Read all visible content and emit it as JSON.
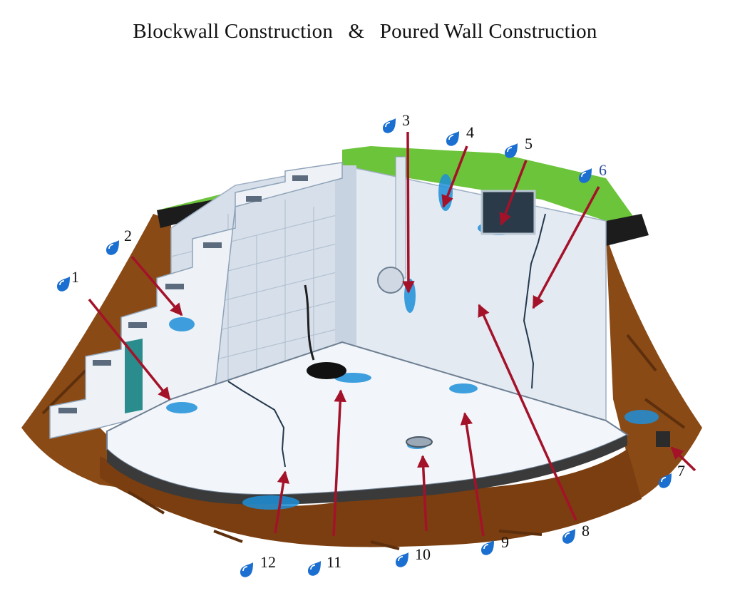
{
  "title": {
    "left": "Blockwall Construction",
    "amp": "&",
    "right": "Poured Wall Construction"
  },
  "colors": {
    "grass": "#6cc43a",
    "soil": "#8a4a16",
    "soil_dark": "#5e2f0c",
    "wall": "#e3eaf2",
    "wall_shade": "#b9c6d6",
    "floor": "#f2f6fb",
    "water": "#1f8fd8",
    "arrow": "#a4122a",
    "drop": "#1b6fd0"
  },
  "callouts": [
    {
      "label": "1",
      "icon": "water-drop-icon"
    },
    {
      "label": "2",
      "icon": "water-drop-icon"
    },
    {
      "label": "3",
      "icon": "water-drop-icon"
    },
    {
      "label": "4",
      "icon": "water-drop-icon"
    },
    {
      "label": "5",
      "icon": "water-drop-icon"
    },
    {
      "label": "6",
      "icon": "water-drop-icon"
    },
    {
      "label": "7",
      "icon": "water-drop-icon"
    },
    {
      "label": "8",
      "icon": "water-drop-icon"
    },
    {
      "label": "9",
      "icon": "water-drop-icon"
    },
    {
      "label": "10",
      "icon": "water-drop-icon"
    },
    {
      "label": "11",
      "icon": "water-drop-icon"
    },
    {
      "label": "12",
      "icon": "water-drop-icon"
    }
  ]
}
